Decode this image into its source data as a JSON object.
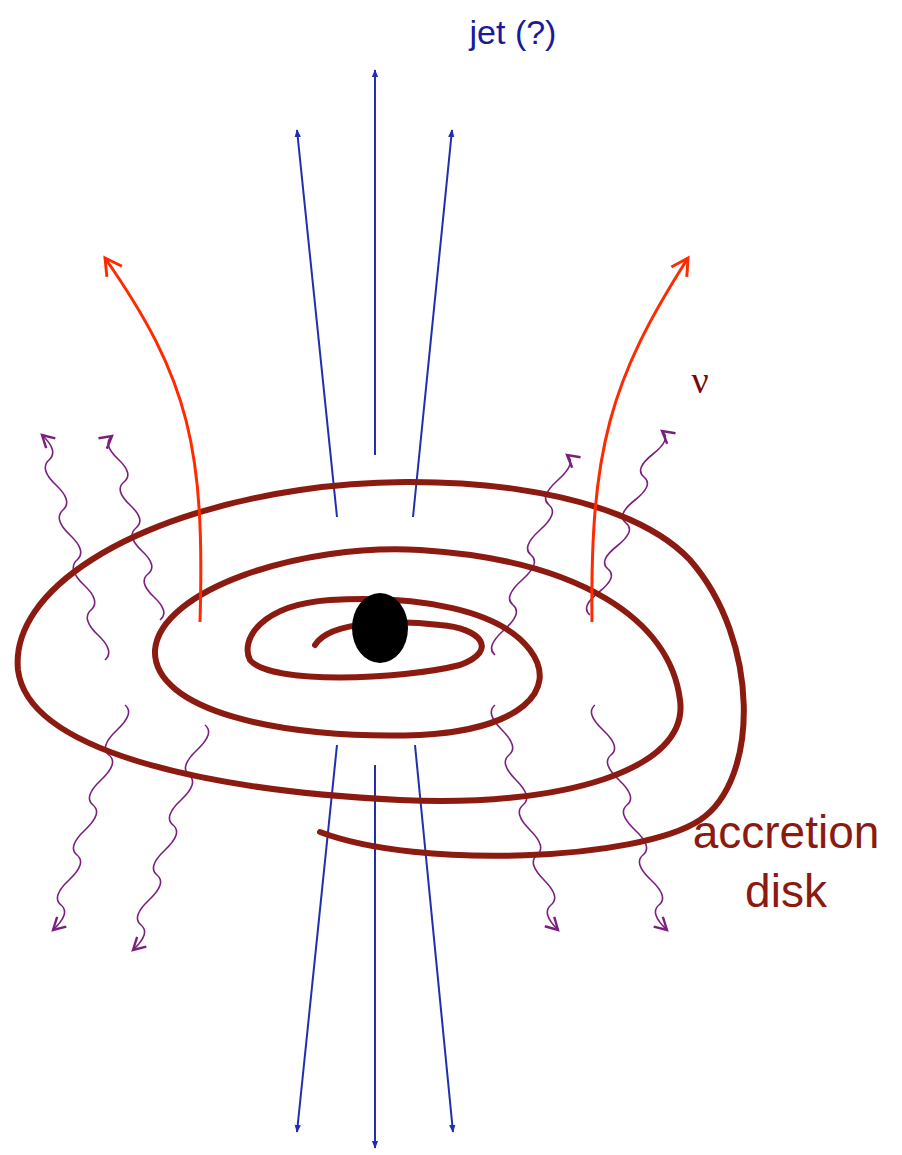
{
  "diagram": {
    "labels": [
      "jet (?)",
      "ν",
      "accretion disk"
    ]
  }
}
